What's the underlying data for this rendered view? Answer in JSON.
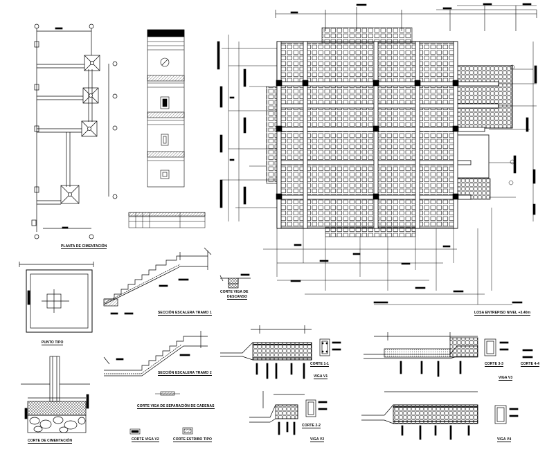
{
  "sheet": {
    "background": "#ffffff",
    "ink": "#000000",
    "labels": {
      "planta_cimentacion": "PLANTA DE CIMENTACIÓN",
      "punto_tipo": "PUNTO TIPO",
      "corte_cimentacion": "CORTE DE CIMENTACIÓN",
      "seccion_escalera_1": "SECCIÓN ESCALERA TRAMO 1",
      "seccion_escalera_2": "SECCIÓN ESCALERA TRAMO 2",
      "corte_viga_descanso_1": "CORTE VIGA DE",
      "corte_viga_descanso_2": "DESCANSO",
      "corte_viga_separacion": "CORTE VIGA DE SEPARACIÓN DE CADENAS",
      "corte_viga_v2": "CORTE VIGA V2",
      "corte_estribo_tipo": "CORTE ESTRIBO TIPO",
      "losa_entrepiso": "LOSA ENTREPISO NIVEL +3.40m",
      "viga_v1": "VIGA V1",
      "viga_v2": "VIGA V2",
      "viga_v3": "VIGA V3",
      "viga_v4": "VIGA V4",
      "corte_1_1": "CORTE 1-1",
      "corte_2_2": "CORTE 2-2",
      "corte_3_3": "CORTE 3-3",
      "corte_4_4": "CORTE 4-4"
    }
  }
}
